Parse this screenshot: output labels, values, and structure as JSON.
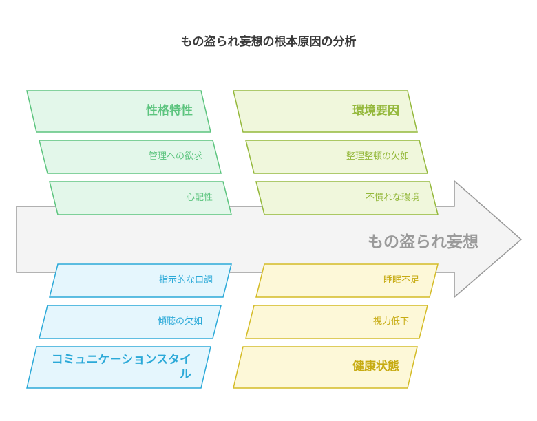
{
  "title": "もの盗られ妄想の根本原因の分析",
  "effect": "もの盗られ妄想",
  "colors": {
    "personality": "#5cc47e",
    "environment": "#94b83b",
    "communication": "#2ba9d8",
    "health": "#d4bb26"
  },
  "categories": {
    "personality": {
      "head": "性格特性",
      "items": [
        "管理への欲求",
        "心配性"
      ]
    },
    "environment": {
      "head": "環境要因",
      "items": [
        "整理整頓の欠如",
        "不慣れな環境"
      ]
    },
    "communication": {
      "head": "コミュニケーションスタイル",
      "items": [
        "指示的な口調",
        "傾聴の欠如"
      ]
    },
    "health": {
      "head": "健康状態",
      "items": [
        "睡眠不足",
        "視力低下"
      ]
    }
  }
}
